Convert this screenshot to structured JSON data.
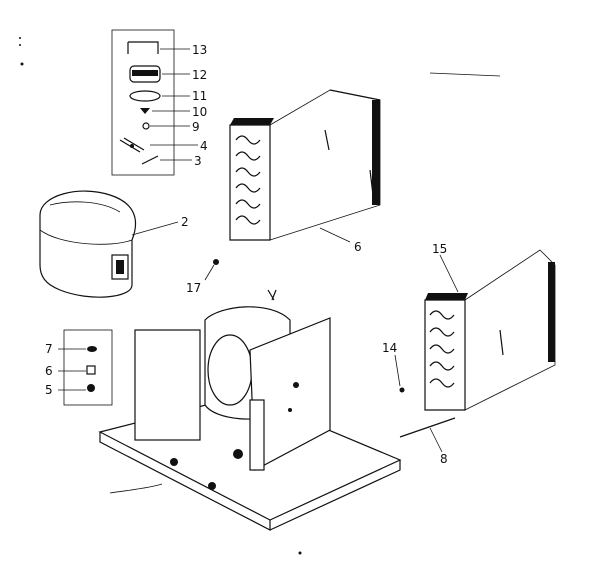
{
  "callouts": [
    {
      "id": "p13",
      "label": "13"
    },
    {
      "id": "p12",
      "label": "12"
    },
    {
      "id": "p11",
      "label": "11"
    },
    {
      "id": "p10",
      "label": "10"
    },
    {
      "id": "p9",
      "label": "9"
    },
    {
      "id": "p4",
      "label": "4"
    },
    {
      "id": "p3",
      "label": "3"
    },
    {
      "id": "p2",
      "label": "2"
    },
    {
      "id": "p6a",
      "label": "6"
    },
    {
      "id": "p17",
      "label": "17"
    },
    {
      "id": "p15",
      "label": "15"
    },
    {
      "id": "p14",
      "label": "14"
    },
    {
      "id": "p8",
      "label": "8"
    },
    {
      "id": "p7",
      "label": "7"
    },
    {
      "id": "p6b",
      "label": "6"
    },
    {
      "id": "p5",
      "label": "5"
    }
  ]
}
